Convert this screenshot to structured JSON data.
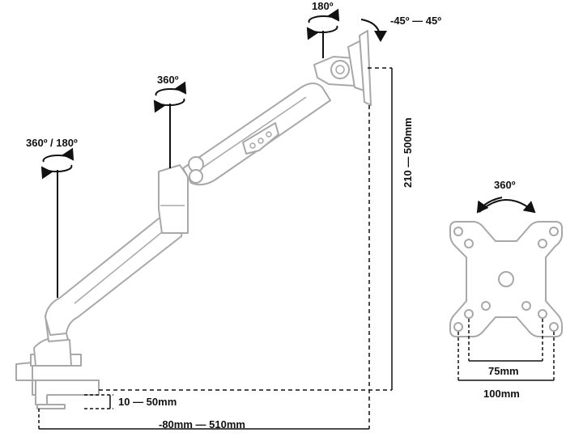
{
  "labels": {
    "rot_base": "360º / 180º",
    "rot_mid": "360º",
    "rot_head": "180º",
    "tilt": "-45º — 45º",
    "height": "210 — 500mm",
    "clamp": "10 — 50mm",
    "depth": "-80mm — 510mm",
    "plate_rot": "360º",
    "vesa_small": "75mm",
    "vesa_large": "100mm"
  },
  "colors": {
    "arm": "#ffffff",
    "arm_outline": "#a8a8a8",
    "dimension_line": "#111111",
    "text": "#111111"
  }
}
